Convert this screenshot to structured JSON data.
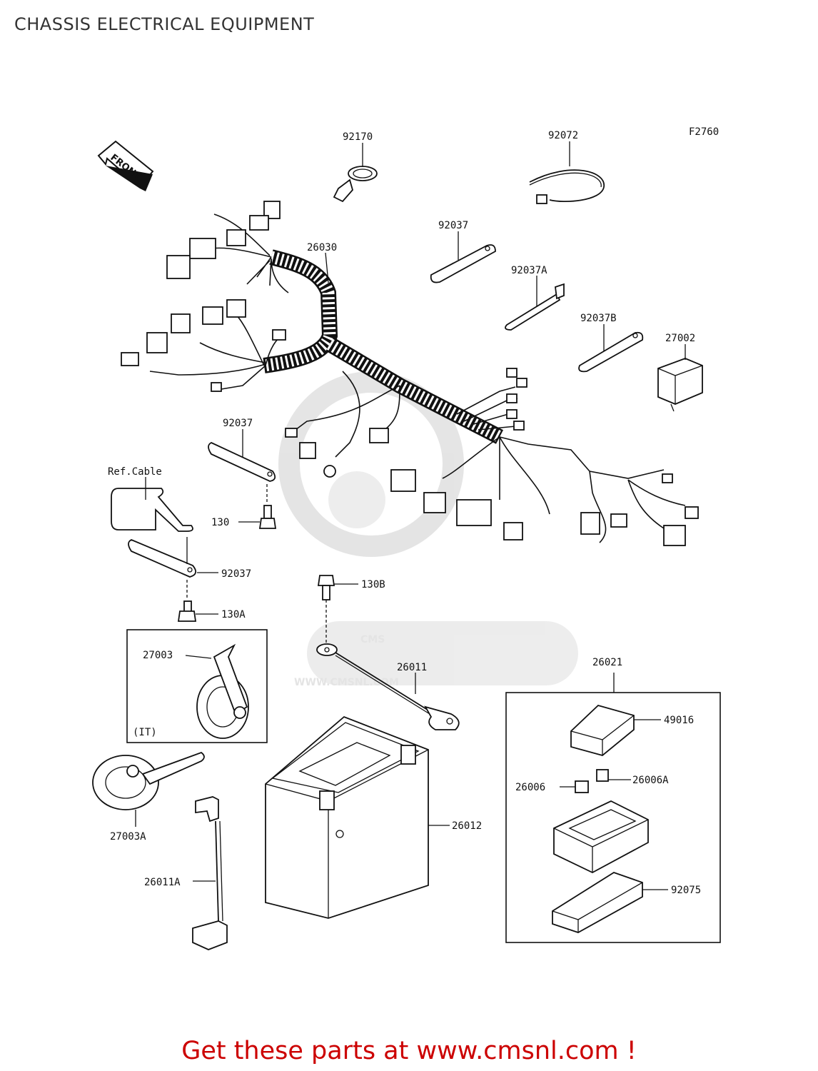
{
  "title": "CHASSIS ELECTRICAL EQUIPMENT",
  "figure_code": "F2760",
  "front_label": "FRONT",
  "watermark": {
    "brand": "CMS",
    "url": "WWW.CMSNL.COM"
  },
  "callouts": {
    "p92170": "92170",
    "p92072": "92072",
    "p26030": "26030",
    "p92037_top": "92037",
    "p92037A": "92037A",
    "p92037B": "92037B",
    "p27002": "27002",
    "p92037_mid": "92037",
    "ref_cable": "Ref.Cable",
    "p130": "130",
    "p92037_low": "92037",
    "p130A": "130A",
    "p130B": "130B",
    "p27003": "27003",
    "it_note": "(IT)",
    "p26011": "26011",
    "p26021": "26021",
    "p49016": "49016",
    "p26006": "26006",
    "p26006A": "26006A",
    "p26012": "26012",
    "p92075": "92075",
    "p27003A": "27003A",
    "p26011A": "26011A"
  },
  "promo": "Get these parts at www.cmsnl.com !"
}
